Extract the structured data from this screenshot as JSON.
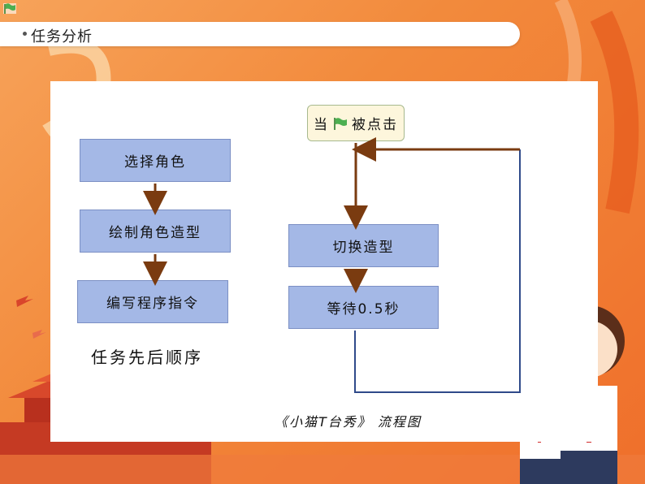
{
  "header": {
    "title": "任务分析"
  },
  "left_flow": {
    "steps": [
      "选择角色",
      "绘制角色造型",
      "编写程序指令"
    ],
    "caption": "任务先后顺序"
  },
  "right_flow": {
    "hat_prefix": "当",
    "hat_suffix": "被点击",
    "steps": [
      "切换造型",
      "等待0.5秒"
    ],
    "caption": "《小猫T台秀》 流程图"
  },
  "colors": {
    "box_fill": "#a4b8e6",
    "arrow": "#7a3b10",
    "loop_line": "#2f4a8a",
    "accent": "#ef6f2b"
  }
}
